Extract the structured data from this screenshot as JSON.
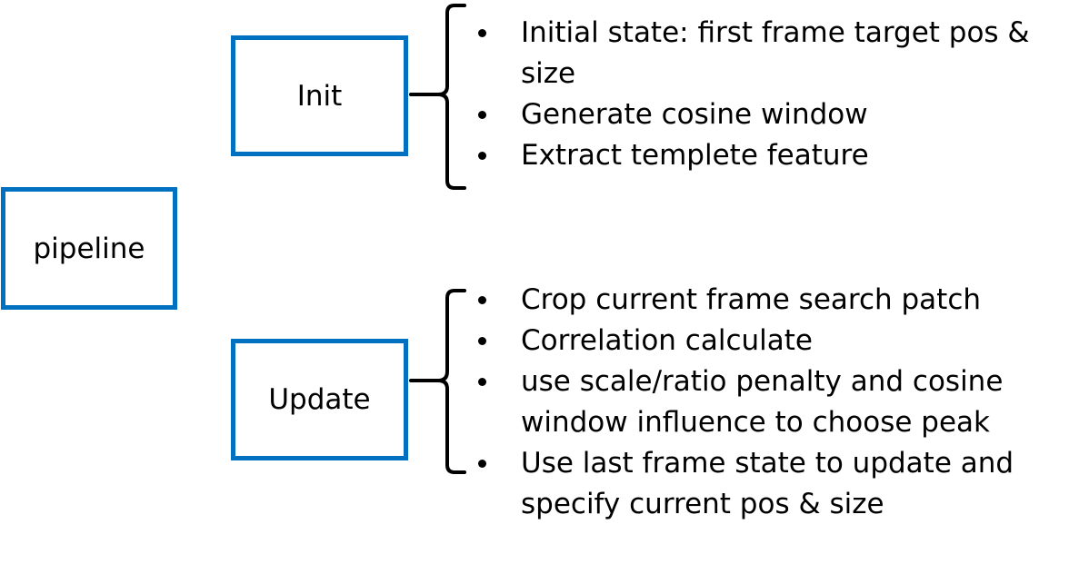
{
  "colors": {
    "box_border": "#0070c0",
    "text": "#000000",
    "background": "#ffffff"
  },
  "nodes": {
    "pipeline": "pipeline",
    "init": "Init",
    "update": "Update"
  },
  "init_bullets": [
    "Initial state: first frame target pos &\nsize",
    "Generate cosine window",
    "Extract templete feature"
  ],
  "update_bullets": [
    "Crop current frame search patch",
    "Correlation calculate",
    "use scale/ratio penalty and cosine\nwindow influence to choose peak",
    "Use last frame state to update and\nspecify current pos & size"
  ]
}
